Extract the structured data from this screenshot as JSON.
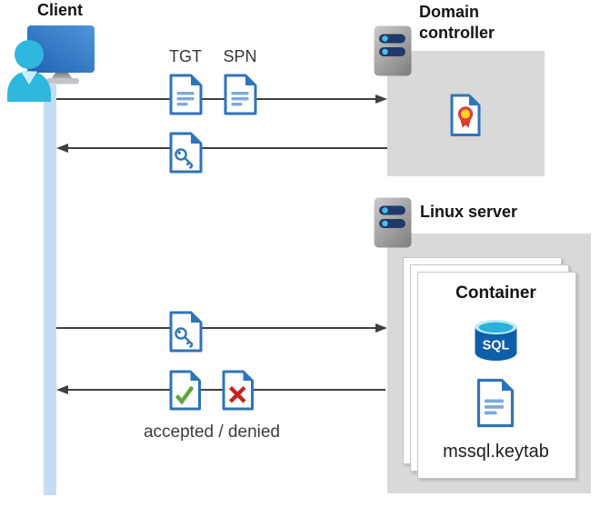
{
  "nodes": {
    "client": {
      "label": "Client"
    },
    "domain_controller": {
      "label": "Domain\ncontroller"
    },
    "linux_server": {
      "label": "Linux server"
    },
    "container": {
      "label": "Container",
      "database_badge": "SQL",
      "file_label": "mssql.keytab"
    }
  },
  "messages": {
    "tgt_label": "TGT",
    "spn_label": "SPN",
    "result_label": "accepted / denied"
  },
  "icons": {
    "client": "user-workstation-icon",
    "client_lifeline": "lifeline-bar",
    "domain_controller": "server-icon",
    "linux_server": "server-icon",
    "certificate": "certificate-document-icon",
    "tgt_ticket": "document-icon",
    "spn_ticket": "document-icon",
    "key_ticket": "key-document-icon",
    "accepted": "check-document-icon",
    "denied": "cross-document-icon",
    "sql_database": "sql-database-icon",
    "keytab_file": "document-icon"
  },
  "colors": {
    "doc_blue": "#2e74bb",
    "doc_line_blue": "#7ea9dc",
    "box_gray": "#d9d9d9",
    "arrow_gray": "#3f3f3f",
    "lifeline_blue": "#c5dcf6",
    "check_green": "#5ea73c",
    "cross_red": "#bf271e",
    "cert_red": "#d8382f",
    "cert_yellow": "#ffd41f",
    "sql_body_blue": "#0e5fa9",
    "sql_top_cyan": "#28b1da",
    "person_cyan": "#2fb7de",
    "server_pill_navy": "#1f3a69"
  }
}
